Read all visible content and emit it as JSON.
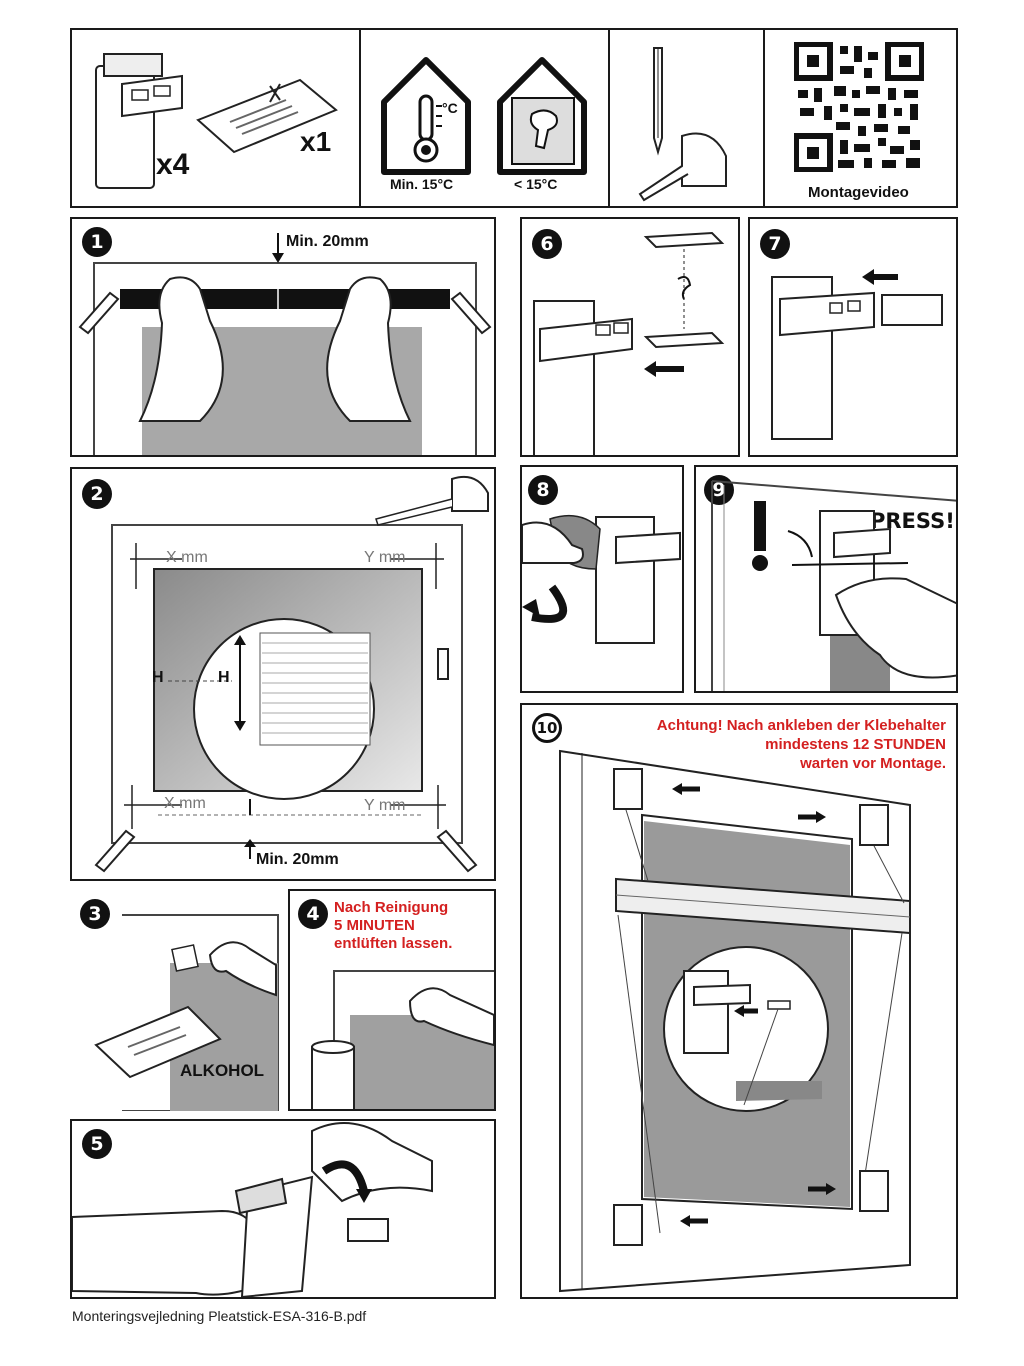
{
  "header": {
    "qty_brackets": "x4",
    "qty_card": "x1",
    "temp_min": "Min. 15°C",
    "temp_below": "< 15°C",
    "temp_unit": "°C",
    "video_label": "Montagevideo"
  },
  "steps": [
    {
      "number": "1",
      "measure": "Min. 20mm"
    },
    {
      "number": "2",
      "x_top": "X mm",
      "y_top": "Y mm",
      "x_bottom": "X mm",
      "y_bottom": "Y mm",
      "h_left": "H",
      "h_right": "H",
      "measure": "Min. 20mm"
    },
    {
      "number": "3",
      "label": "ALKOHOL"
    },
    {
      "number": "4",
      "note_lines": [
        "Nach Reinigung",
        "5 MINUTEN",
        "entlüften lassen."
      ]
    },
    {
      "number": "5"
    },
    {
      "number": "6"
    },
    {
      "number": "7"
    },
    {
      "number": "8"
    },
    {
      "number": "9",
      "press": "PRESS!"
    },
    {
      "number": "10",
      "warning_lines": [
        "Achtung!  Nach ankleben der Klebehalter",
        "mindestens 12 STUNDEN",
        "warten vor Montage."
      ]
    }
  ],
  "footer": {
    "filename": "Monteringsvejledning Pleatstick-ESA-316-B.pdf"
  },
  "colors": {
    "accent_red": "#d42020",
    "ink": "#111111",
    "grey_fill": "#9a9a9a"
  },
  "icons": [
    "bracket-icon",
    "instruction-card-icon",
    "thermometer-icon",
    "hairdryer-icon",
    "pencil-icon",
    "tape-measure-icon",
    "qr-code-icon",
    "hand-icon",
    "arrow-icon"
  ]
}
